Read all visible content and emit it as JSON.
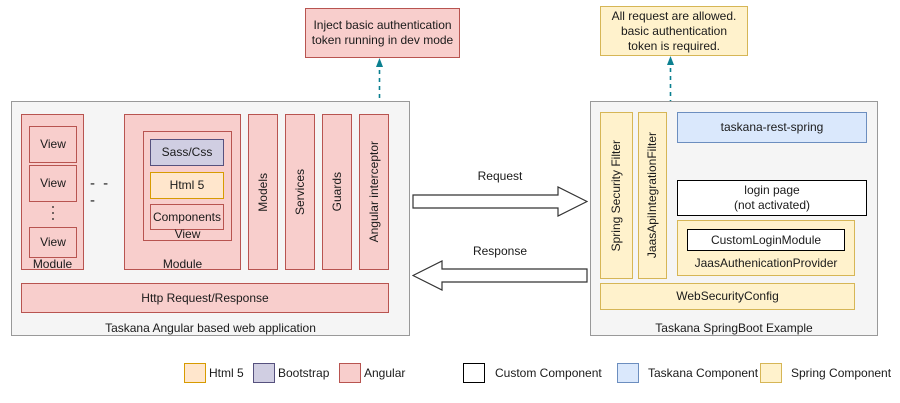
{
  "callouts": {
    "left": {
      "text": "Inject basic authentication token running in dev mode",
      "style": "angular"
    },
    "right": {
      "text": "All request are allowed. basic authentication token is required.",
      "style": "spring"
    }
  },
  "left_panel": {
    "caption": "Taskana Angular based web application",
    "module_a": {
      "label": "Module",
      "views": [
        "View",
        "View",
        "View"
      ],
      "vertical_ellipsis": "⋮"
    },
    "separator": "- - -",
    "module_b": {
      "label": "Module",
      "view_label": "View",
      "items": [
        {
          "label": "Sass/Css",
          "style": "bootstrap"
        },
        {
          "label": "Html 5",
          "style": "html5"
        },
        {
          "label": "Components",
          "style": "angular"
        }
      ]
    },
    "columns": [
      "Models",
      "Services",
      "Guards",
      "Angular interceptor"
    ],
    "http_bar": "Http Request/Response"
  },
  "middle": {
    "request_label": "Request",
    "response_label": "Response"
  },
  "right_panel": {
    "caption": "Taskana SpringBoot Example",
    "filters": [
      "Spring Security Filter",
      "JaasApiIntegrationFilter"
    ],
    "rest_spring": "taskana-rest-spring",
    "login_page": "login page\n(not activated)",
    "login_page_line1": "login page",
    "login_page_line2": "(not activated)",
    "auth_provider": {
      "label": "JaasAuthenicationProvider",
      "inner": "CustomLoginModule"
    },
    "web_security_config": "WebSecurityConfig"
  },
  "legend": {
    "left_group": [
      {
        "label": "Html 5",
        "style": "html5"
      },
      {
        "label": "Bootstrap",
        "style": "bootstrap"
      },
      {
        "label": "Angular",
        "style": "angular"
      }
    ],
    "right_group": [
      {
        "label": "Custom Component",
        "style": "custom"
      },
      {
        "label": "Taskana Component",
        "style": "taskana"
      },
      {
        "label": "Spring Component",
        "style": "spring"
      }
    ]
  },
  "colors": {
    "angular_fill": "#f8cecc",
    "angular_stroke": "#b85450",
    "html5_fill": "#ffe6cc",
    "html5_stroke": "#d79b00",
    "bootstrap_fill": "#d0cee2",
    "bootstrap_stroke": "#56517e",
    "spring_fill": "#fff2cc",
    "spring_stroke": "#d6b656",
    "taskana_fill": "#dae8fc",
    "taskana_stroke": "#6c8ebf",
    "custom_fill": "#ffffff",
    "custom_stroke": "#000000",
    "panel_fill": "#f5f5f5",
    "panel_stroke": "#999999",
    "connector": "#0b8090"
  }
}
